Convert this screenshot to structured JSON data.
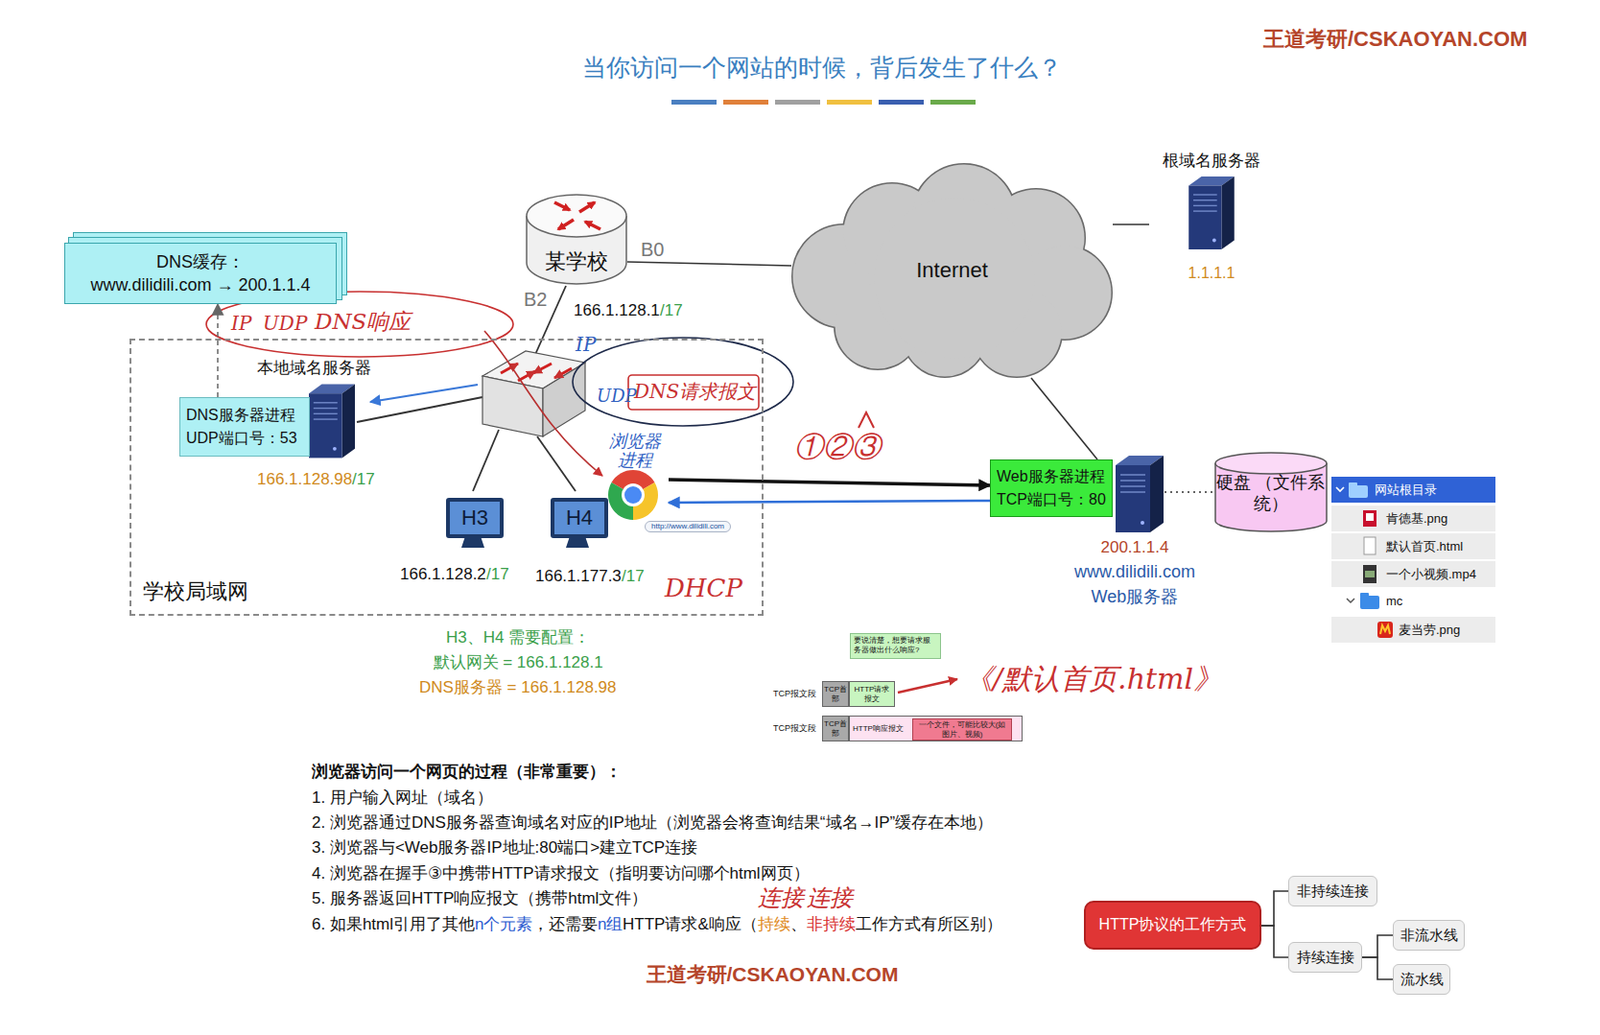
{
  "diagram": {
    "title": "当你访问一个网站的时候，背后发生了什么？",
    "nodes": [
      {
        "text": [
          "学校局域网"
        ]
      },
      {
        "text": [
          "DNS缓存：",
          "www.dilidili.com → 200.1.1.4"
        ]
      },
      {
        "text": [
          "某学校"
        ]
      },
      {
        "text": [
          "Internet"
        ]
      },
      {
        "text": [
          "根域名服务器",
          "1.1.1.1"
        ]
      },
      {
        "text": [
          "DNS服务器进程 UDP端口号：53"
        ],
        "in": 0
      },
      {
        "text": [
          "H3"
        ],
        "in": 0
      },
      {
        "text": [
          "H4"
        ],
        "in": 0
      },
      {
        "text": [
          "浏览器 进程"
        ],
        "in": 0
      },
      {
        "text": [
          "Web服务器进程 TCP端口号：80"
        ]
      },
      {
        "text": [
          "硬盘 （文件系统）"
        ]
      },
      {
        "text": [
          "网站根目录"
        ]
      },
      {
        "text": [
          "肯德基.png"
        ]
      },
      {
        "text": [
          "默认首页.html"
        ]
      },
      {
        "text": [
          "一个小视频.mp4"
        ]
      },
      {
        "text": [
          "麦当劳.png"
        ]
      },
      {
        "text": [
          "要说清楚，想要请求服务器做出什么响应?"
        ]
      },
      {
        "text": [
          "TCP首部"
        ]
      },
      {
        "text": [
          "HTTP请求报文"
        ]
      },
      {
        "text": [
          "TCP首部"
        ]
      },
      {
        "text": [
          "HTTP响应报文"
        ]
      },
      {
        "text": [
          "一个文件，可能比较大(如图片、视频)"
        ],
        "in": 20
      },
      {
        "text": [
          "HTTP协议的工作方式"
        ]
      },
      {
        "text": [
          "非持续连接"
        ]
      },
      {
        "text": [
          "持续连接"
        ]
      },
      {
        "text": [
          "非流水线"
        ]
      },
      {
        "text": [
          "流水线"
        ]
      }
    ],
    "edges": [
      {
        "from": 5,
        "to": 1,
        "arrow": "to"
      },
      {
        "from": 2,
        "to": 3,
        "arrow": "none"
      },
      {
        "from": 3,
        "to": 4,
        "arrow": "none"
      },
      {
        "from": 3,
        "to": 9,
        "arrow": "none"
      },
      {
        "from": 8,
        "to": 9,
        "arrow": "to"
      },
      {
        "from": 9,
        "to": 8,
        "arrow": "to"
      },
      {
        "from": 22,
        "to": 23,
        "arrow": "none"
      },
      {
        "from": 22,
        "to": 24,
        "arrow": "none"
      },
      {
        "from": 24,
        "to": 25,
        "arrow": "none"
      },
      {
        "from": 24,
        "to": 26,
        "arrow": "none"
      }
    ],
    "labels": [
      "王道考研/CSKAOYAN.COM",
      "B0",
      "B2",
      "166.1.128.1",
      "/17",
      "IP",
      "UDP",
      "DNS响应",
      "本地域名服务器",
      "166.1.128.98",
      "/17",
      "IP",
      "UDP",
      "DNS请求报文",
      "166.1.128.2",
      "/17",
      "166.1.177.3",
      "/17",
      "DHCP",
      "http://www.dilidili.com",
      "①②③",
      "200.1.1.4",
      "www.dilidili.com",
      "Web服务器",
      "mc",
      "H3、H4 需要配置：",
      "默认网关 = 166.1.128.1",
      "DNS服务器 = 166.1.128.98",
      "TCP报文段",
      "TCP报文段",
      "《/默认首页.html》",
      "浏览器访问一个网页的过程（非常重要）：",
      "1. 用户输入网址（域名）",
      "2. 浏览器通过DNS服务器查询域名对应的IP地址（浏览器会将查询结果“域名→IP”缓存在本地）",
      "3. 浏览器与<Web服务器IP地址:80端口>建立TCP连接",
      "4. 浏览器在握手③中携带HTTP请求报文（指明要访问哪个html网页）",
      "5. 服务器返回HTTP响应报文（携带html文件）",
      "6. 如果html引用了其他",
      "n个元素",
      "，还需要",
      "n组",
      "HTTP请求&响应（",
      "持续",
      "、",
      "非持续",
      "工作方式有所区别）",
      "连接",
      "连接",
      "王道考研/CSKAOYAN.COM"
    ]
  }
}
